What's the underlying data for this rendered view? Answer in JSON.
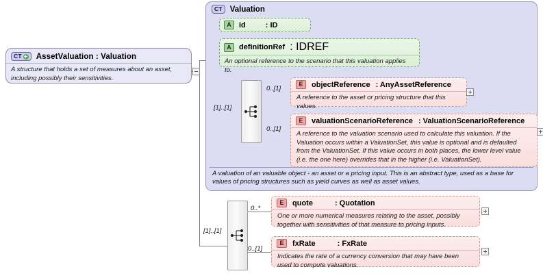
{
  "diagram": {
    "root": {
      "icon": "complextype-expand-icon",
      "icon_label": "CT",
      "title": "AssetValuation : Valuation",
      "documentation": "A structure that holds a set of measures about an asset, including possibly their sensitivities."
    },
    "container": {
      "icon": "complextype-icon",
      "icon_label": "CT",
      "title": "Valuation",
      "footer_documentation": "A valuation of an valuable object - an asset or a pricing input. This is an abstract type, used as a base for values of pricing structures such as yield curves as well as asset values."
    },
    "attributes": [
      {
        "icon": "attribute-icon",
        "icon_label": "A",
        "name": "id",
        "type": ": ID",
        "documentation": ""
      },
      {
        "icon": "attribute-icon",
        "icon_label": "A",
        "name": "definitionRef",
        "type": ": IDREF",
        "documentation": "An optional reference to the scenario that this valuation applies to."
      }
    ],
    "sequences": [
      {
        "name": "sequence-compositor-top",
        "cardinality": "[1]..[1]"
      },
      {
        "name": "sequence-compositor-bottom",
        "cardinality": "[1]..[1]"
      }
    ],
    "elements": [
      {
        "icon": "element-icon",
        "icon_label": "E",
        "name": "objectReference",
        "type": ": AnyAssetReference",
        "cardinality": "0..[1]",
        "documentation": "A reference to the asset or pricing structure that this values.",
        "toggle": "+"
      },
      {
        "icon": "element-icon",
        "icon_label": "E",
        "name": "valuationScenarioReference",
        "type": ": ValuationScenarioReference",
        "cardinality": "0..[1]",
        "documentation": "A reference to the valuation scenario used to calculate this valuation. If the Valuation occurs within a ValuationSet, this value is optional and is defaulted from the ValuationSet. If this value occurs in both places, the lower level value (i.e. the one here) overrides that in the higher (i.e. ValuationSet).",
        "toggle": "+"
      },
      {
        "icon": "element-icon",
        "icon_label": "E",
        "name": "quote",
        "type": ": Quotation",
        "cardinality": "0..*",
        "documentation": "One or more numerical measures relating to the asset, possibly together with sensitivities of that measure to pricing inputs.",
        "toggle": "+"
      },
      {
        "icon": "element-icon",
        "icon_label": "E",
        "name": "fxRate",
        "type": ": FxRate",
        "cardinality": "0..[1]",
        "documentation": "Indicates the rate of a currency conversion that may have been used to compute valuations.",
        "toggle": "+"
      }
    ],
    "colors": {
      "element_fill": "#fadede",
      "attribute_fill": "#dcf0d6",
      "complextype_fill": "#dcdcf2",
      "root_fill": "#e8e8f6"
    }
  }
}
